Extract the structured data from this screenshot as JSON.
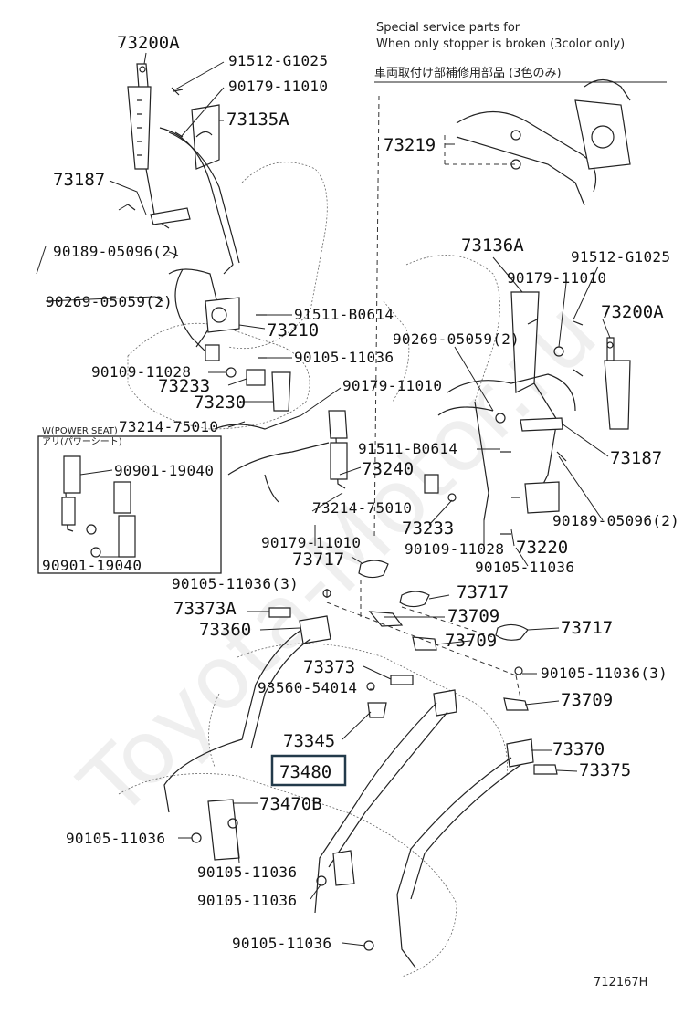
{
  "note": {
    "line1": "Special service parts for",
    "line2": "When only stopper is broken (3color only)",
    "line3": "車両取付け部補修用部品 (3色のみ)"
  },
  "inset": {
    "title1": "W(POWER SEAT)",
    "title2": "アリ(パワーシート)"
  },
  "watermark": "Toyota-Motor.ru",
  "diagram_code": "712167H",
  "labels": {
    "p73200A_l": "73200A",
    "p91512_l": "91512-G1025",
    "p90179_l": "90179-11010",
    "p73135A": "73135A",
    "p73187_l": "73187",
    "p90189_l": "90189-05096(2)",
    "p90269_l": "90269-05059(2)",
    "p91511_l": "91511-B0614",
    "p73210": "73210",
    "p90105_a": "90105-11036",
    "p90109_l": "90109-11028",
    "p73233_l": "73233",
    "p73230": "73230",
    "p73214_a": "73214-75010",
    "p90179_m": "90179-11010",
    "p90901_a": "90901-19040",
    "p90901_b": "90901-19040",
    "p73219": "73219",
    "p73136A": "73136A",
    "p91512_r": "91512-G1025",
    "p90179_r": "90179-11010",
    "p73200A_r": "73200A",
    "p90269_r": "90269-05059(2)",
    "p91511_r": "91511-B0614",
    "p73187_r": "73187",
    "p73240": "73240",
    "p73214_b": "73214-75010",
    "p73233_r": "73233",
    "p90189_r": "90189-05096(2)",
    "p90179_b": "90179-11010",
    "p90109_r": "90109-11028",
    "p73220": "73220",
    "p73717_a": "73717",
    "p90105_b": "90105-11036",
    "p90105_3a": "90105-11036(3)",
    "p73717_b": "73717",
    "p73373A": "73373A",
    "p73709_a": "73709",
    "p73360": "73360",
    "p73709_b": "73709",
    "p73717_c": "73717",
    "p73373": "73373",
    "p90105_3b": "90105-11036(3)",
    "p93560": "93560-54014",
    "p73709_c": "73709",
    "p73345": "73345",
    "p73370": "73370",
    "p73480": "73480",
    "p73375": "73375",
    "p73470B": "73470B",
    "p90105_c": "90105-11036",
    "p90105_d": "90105-11036",
    "p90105_e": "90105-11036",
    "p90105_f": "90105-11036"
  }
}
